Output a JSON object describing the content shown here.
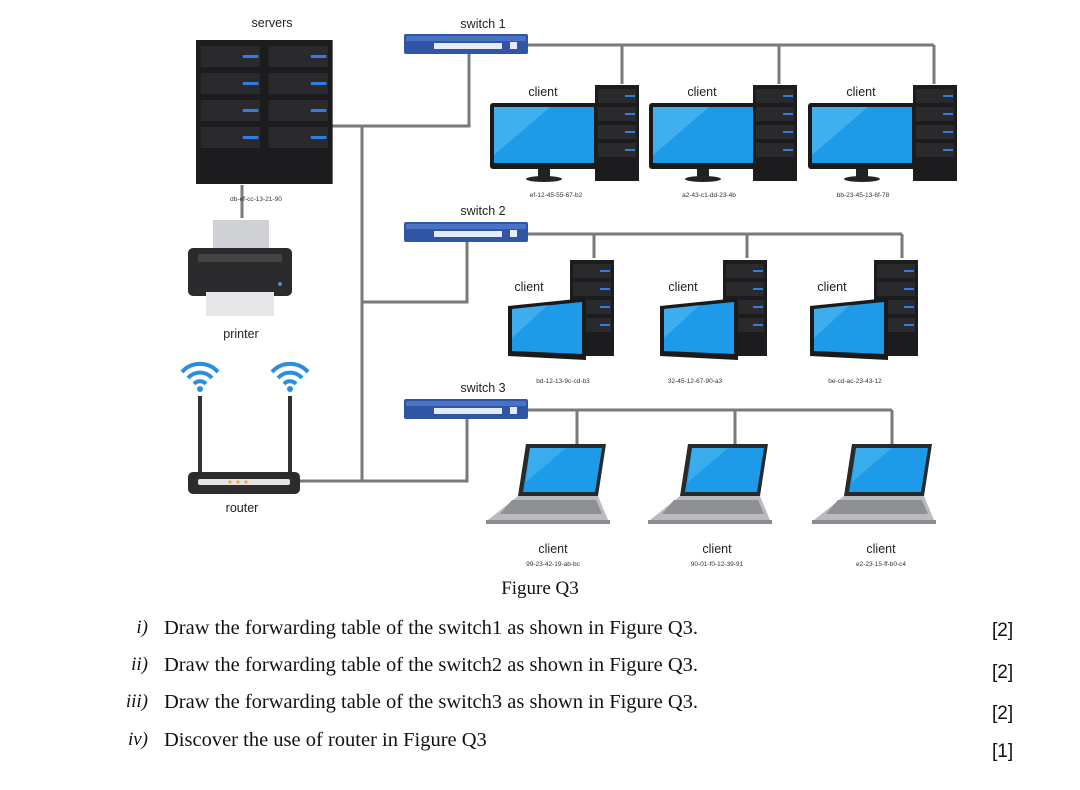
{
  "figure": {
    "labels": {
      "servers": "servers",
      "server_mac": "db-ef-cc-13-21-90",
      "printer": "printer",
      "router": "router",
      "switch1": "switch 1",
      "switch2": "switch 2",
      "switch3": "switch 3"
    },
    "row1_clients": [
      {
        "label": "client",
        "mac": "ef-12-45-55-67-b2"
      },
      {
        "label": "client",
        "mac": "a2-43-c1-dd-23-4b"
      },
      {
        "label": "client",
        "mac": "bb-23-45-13-6f-78"
      }
    ],
    "row2_clients": [
      {
        "label": "client",
        "mac": "bd-12-13-9c-cd-b3"
      },
      {
        "label": "client",
        "mac": "32-45-12-67-90-a3"
      },
      {
        "label": "client",
        "mac": "be-cd-ac-23-43-12"
      }
    ],
    "row3_clients": [
      {
        "label": "client",
        "mac": "99-23-42-19-ab-bc"
      },
      {
        "label": "client",
        "mac": "90-01-f0-12-39-91"
      },
      {
        "label": "client",
        "mac": "e2-23-15-ff-b0-c4"
      }
    ],
    "colors": {
      "screen": "#1e9be8",
      "tower": "#1c1c1e",
      "switch": "#2f55a4",
      "cable": "#7a7a7a"
    }
  },
  "caption": "Figure Q3",
  "questions": [
    {
      "num": "i)",
      "text": "Draw the forwarding table of the switch1 as shown in Figure Q3.",
      "marks": "[2]"
    },
    {
      "num": "ii)",
      "text": "Draw the forwarding table of the switch2 as shown in Figure Q3.",
      "marks": "[2]"
    },
    {
      "num": "iii)",
      "text": "Draw the forwarding table of the switch3 as shown in Figure Q3.",
      "marks": "[2]"
    },
    {
      "num": "iv)",
      "text": "Discover the use of router in Figure Q3",
      "marks": "[1]"
    }
  ]
}
